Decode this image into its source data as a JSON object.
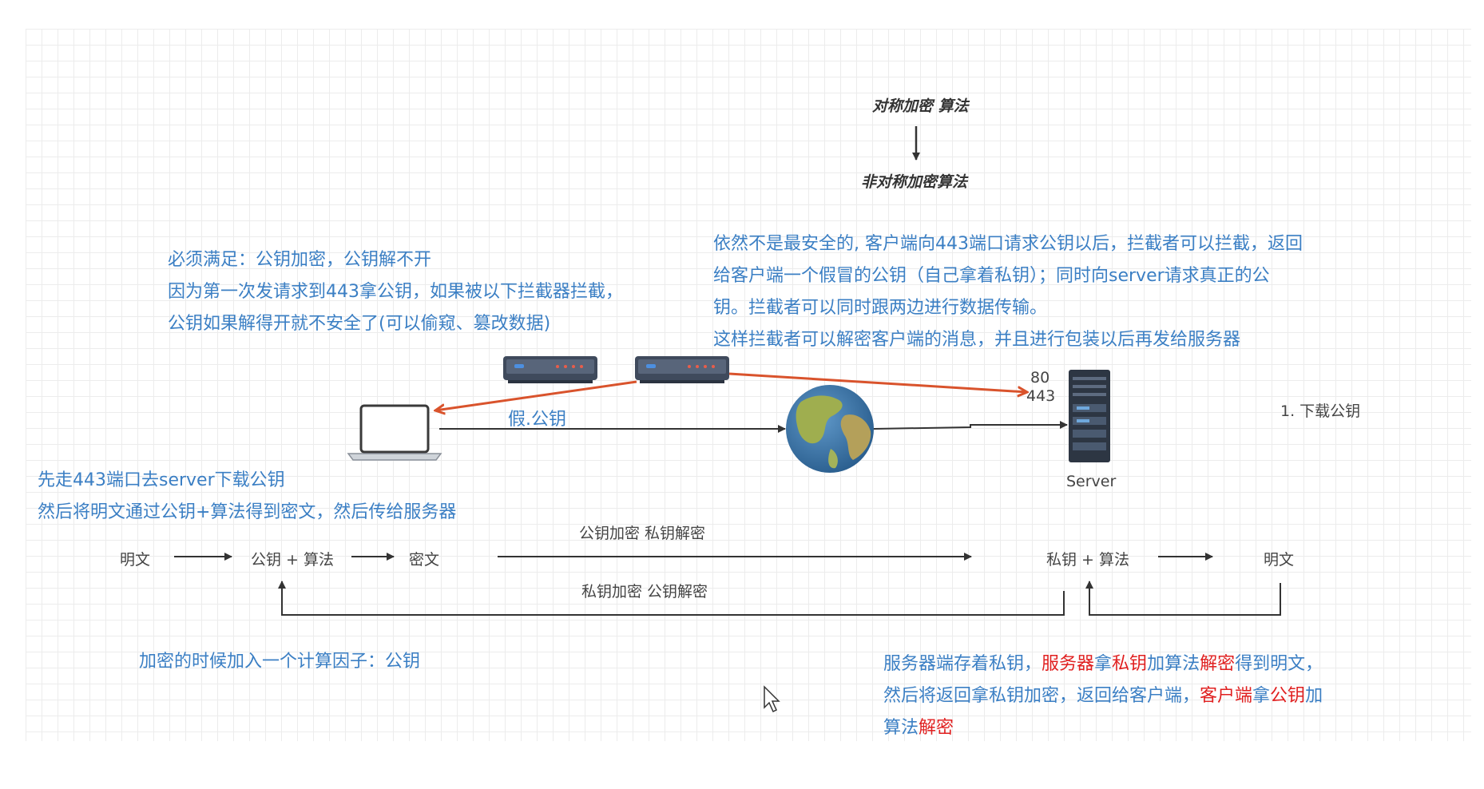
{
  "top_flow": {
    "symmetric": "对称加密 算法",
    "asymmetric": "非对称加密算法"
  },
  "notes": {
    "must_satisfy": [
      "必须满足：公钥加密，公钥解不开",
      "因为第一次发请求到443拿公钥，如果被以下拦截器拦截，",
      "公钥如果解得开就不安全了(可以偷窥、篡改数据)"
    ],
    "still_unsafe": [
      "依然不是最安全的, 客户端向443端口请求公钥以后，拦截者可以拦截，返回",
      "给客户端一个假冒的公钥（自己拿着私钥）；同时向server请求真正的公",
      "钥。拦截者可以同时跟两边进行数据传输。",
      "这样拦截者可以解密客户端的消息，并且进行包装以后再发给服务器"
    ],
    "client_steps": [
      "先走443端口去server下载公钥",
      "然后将明文通过公钥+算法得到密文，然后传给服务器"
    ],
    "factor": "加密的时候加入一个计算因子：公钥",
    "server_note": {
      "line1": [
        {
          "text": "服务器端存着私钥，",
          "red": false
        },
        {
          "text": "服务器",
          "red": true
        },
        {
          "text": "拿",
          "red": false
        },
        {
          "text": "私钥",
          "red": true
        },
        {
          "text": "加算法",
          "red": false
        },
        {
          "text": "解密",
          "red": true
        },
        {
          "text": "得到明文，",
          "red": false
        }
      ],
      "line2": [
        {
          "text": "然后将返回拿私钥加密，返回给客户端，",
          "red": false
        },
        {
          "text": "客户端",
          "red": true
        },
        {
          "text": "拿",
          "red": false
        },
        {
          "text": "公钥",
          "red": true
        },
        {
          "text": "加",
          "red": false
        }
      ],
      "line3": [
        {
          "text": "算法",
          "red": false
        },
        {
          "text": "解密",
          "red": true
        }
      ]
    }
  },
  "network": {
    "fake_key": "假.公钥",
    "port_80": "80",
    "port_443": "443",
    "server_label": "Server",
    "download_step": "1. 下载公钥"
  },
  "bottom_flow": {
    "plaintext_left": "明文",
    "pubkey_algo": "公钥 + 算法",
    "ciphertext": "密文",
    "pub_enc_priv_dec": "公钥加密  私钥解密",
    "priv_enc_pub_dec": "私钥加密 公钥解密",
    "privkey_algo": "私钥 + 算法",
    "plaintext_right": "明文"
  },
  "colors": {
    "blue_text": "#3b7fc4",
    "red_arrow": "#d9532c",
    "red_text": "#e02020",
    "line": "#333333"
  }
}
